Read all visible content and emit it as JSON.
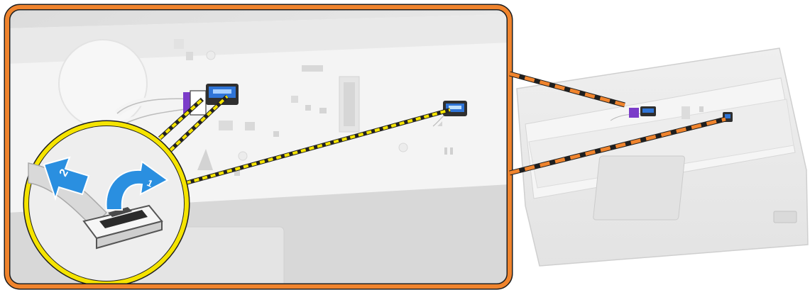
{
  "figure": {
    "callouts": [
      {
        "step": "1",
        "action": "flip-up-latch"
      },
      {
        "step": "2",
        "action": "pull-out-cable"
      }
    ],
    "colors": {
      "frame_orange": "#F0842D",
      "circle_yellow": "#F5E400",
      "arrow_blue": "#2A8FE0",
      "connector_blue": "#2F74D6",
      "cable_purple": "#7B3CC9",
      "base_gray": "#E6E6E6"
    },
    "icons": [
      "arrow-1-icon",
      "arrow-2-icon",
      "latch-connector-icon",
      "cable-icon"
    ]
  }
}
